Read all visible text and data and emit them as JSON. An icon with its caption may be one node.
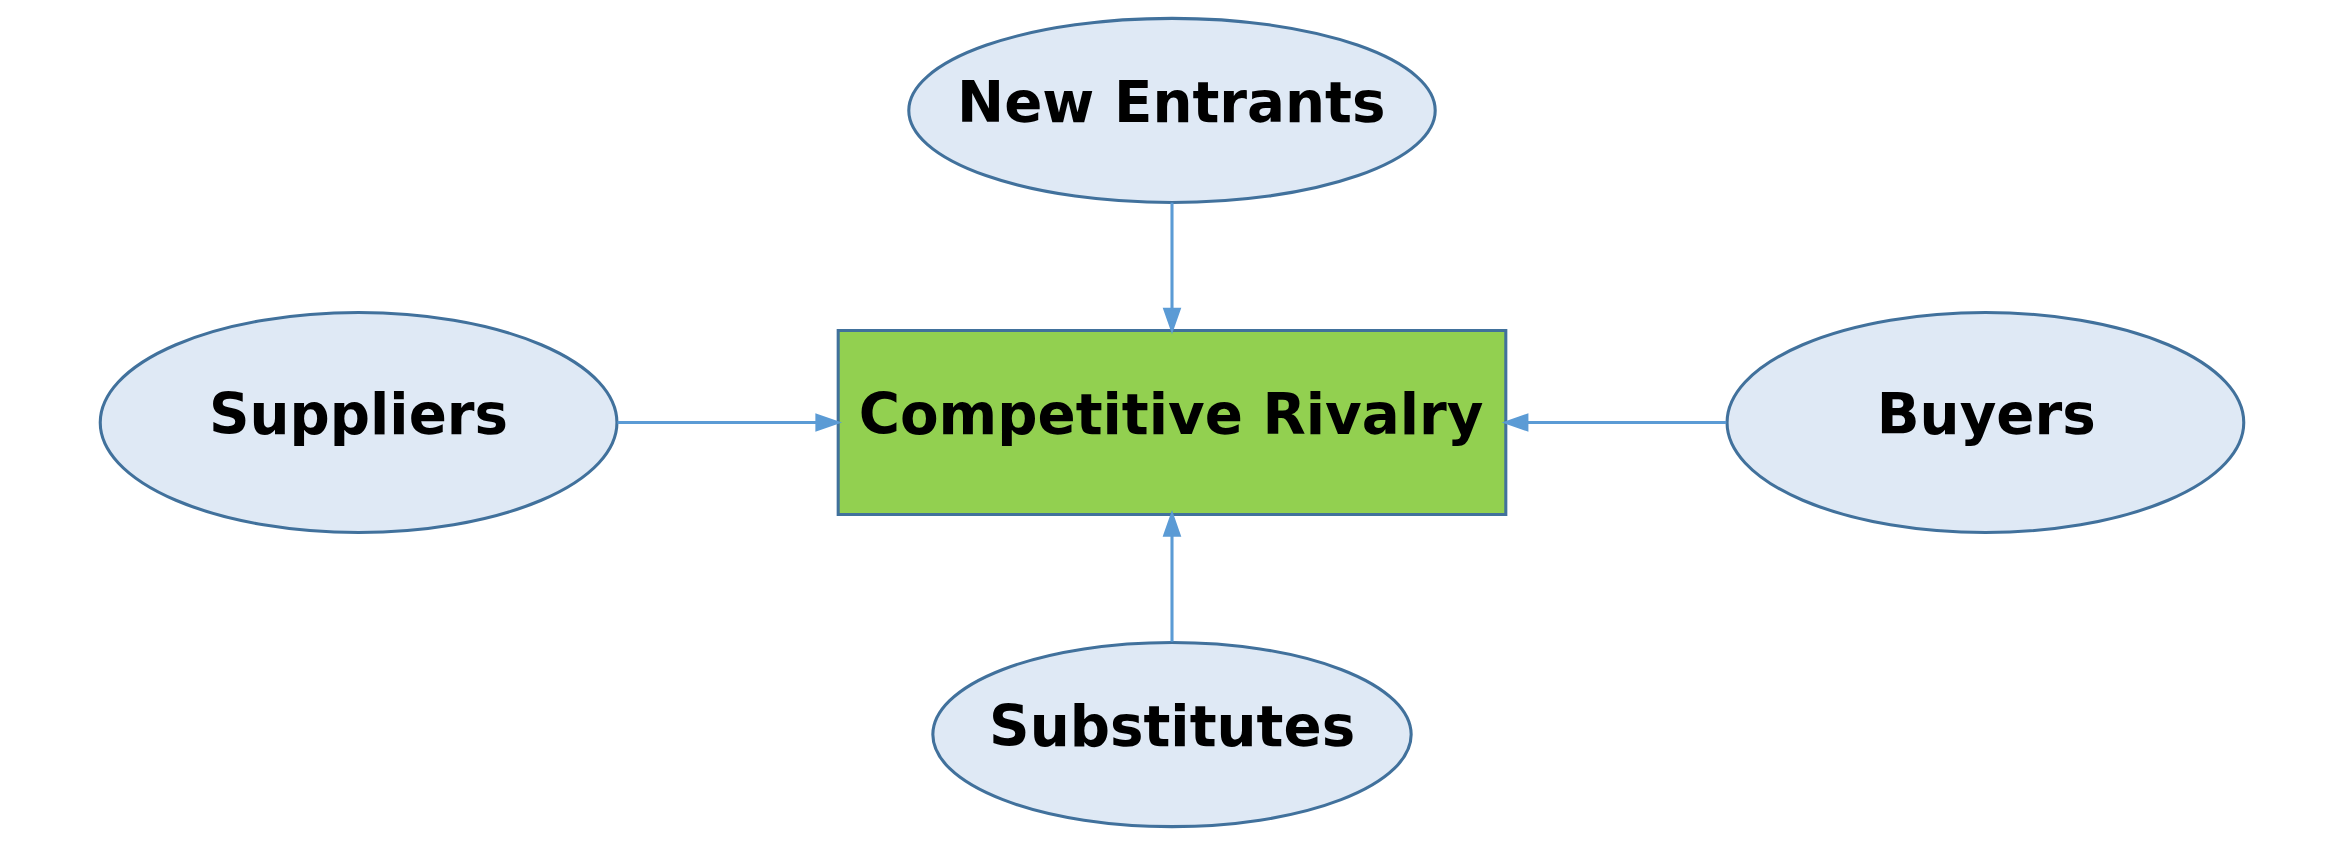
{
  "diagram": {
    "nodes": [
      {
        "text": [
          "New Entrants"
        ]
      },
      {
        "text": [
          "Suppliers"
        ]
      },
      {
        "text": [
          "Competitive Rivalry"
        ]
      },
      {
        "text": [
          "Buyers"
        ]
      },
      {
        "text": [
          "Substitutes"
        ]
      }
    ],
    "edges": [
      {
        "from": 0,
        "to": 2,
        "arrow": "to"
      },
      {
        "from": 1,
        "to": 2,
        "arrow": "to"
      },
      {
        "from": 3,
        "to": 2,
        "arrow": "to"
      },
      {
        "from": 4,
        "to": 2,
        "arrow": "to"
      }
    ]
  }
}
